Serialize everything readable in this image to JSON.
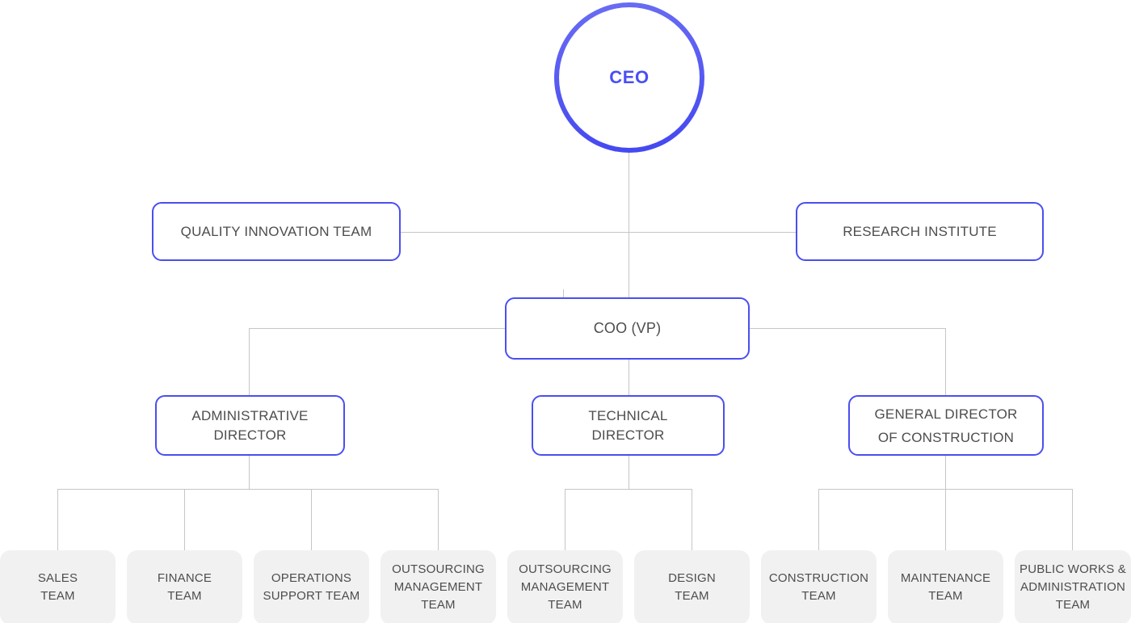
{
  "palette": {
    "accent_blue_border": "#4b4ef0",
    "ceo_ring_gradient_top": "#6a6df3",
    "ceo_ring_gradient_bottom": "#4347f0",
    "ceo_text": "#4a4ff5",
    "node_text": "#4d4d4d",
    "connector_line": "#c6c6c6",
    "leaf_background": "#f1f1f2",
    "page_background": "#ffffff"
  },
  "org_chart": {
    "root": {
      "label": "CEO"
    },
    "advisory_nodes": [
      {
        "label": "QUALITY INNOVATION TEAM"
      },
      {
        "label": "RESEARCH INSTITUTE"
      }
    ],
    "coo": {
      "label": "COO (VP)"
    },
    "directors": [
      {
        "lines": [
          "ADMINISTRATIVE",
          "DIRECTOR"
        ]
      },
      {
        "lines": [
          "TECHNICAL",
          "DIRECTOR"
        ]
      },
      {
        "lines": [
          "GENERAL DIRECTOR",
          "OF CONSTRUCTION"
        ]
      }
    ],
    "teams": [
      {
        "lines": [
          "SALES",
          "TEAM"
        ]
      },
      {
        "lines": [
          "FINANCE",
          "TEAM"
        ]
      },
      {
        "lines": [
          "OPERATIONS",
          "SUPPORT TEAM"
        ]
      },
      {
        "lines": [
          "OUTSOURCING",
          "MANAGEMENT",
          "TEAM"
        ]
      },
      {
        "lines": [
          "OUTSOURCING",
          "MANAGEMENT",
          "TEAM"
        ]
      },
      {
        "lines": [
          "DESIGN",
          "TEAM"
        ]
      },
      {
        "lines": [
          "CONSTRUCTION",
          "TEAM"
        ]
      },
      {
        "lines": [
          "MAINTENANCE",
          "TEAM"
        ]
      },
      {
        "lines": [
          "PUBLIC WORKS &",
          "ADMINISTRATION",
          "TEAM"
        ]
      }
    ]
  }
}
